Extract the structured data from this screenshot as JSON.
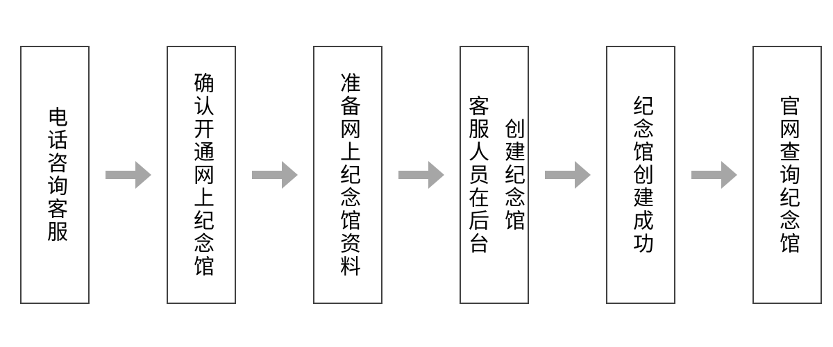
{
  "colors": {
    "box_border": "#404040",
    "box_fill": "#ffffff",
    "text": "#000000",
    "arrow": "#a6a6a6",
    "background": "#ffffff"
  },
  "flowchart": {
    "type": "flowchart",
    "orientation": "left-to-right",
    "connector_icon": "right-arrow",
    "steps": [
      {
        "text": "电话咨询客服",
        "lines": [
          "电话咨询客服"
        ]
      },
      {
        "text": "确认开通网上纪念馆",
        "lines": [
          "确认开通网上纪念馆"
        ]
      },
      {
        "text": "准备网上纪念馆资料",
        "lines": [
          "准备网上纪念馆资料"
        ]
      },
      {
        "text": "客服人员在后台创建纪念馆",
        "lines": [
          "客服人员在后台",
          "创建纪念馆"
        ]
      },
      {
        "text": "纪念馆创建成功",
        "lines": [
          "纪念馆创建成功"
        ]
      },
      {
        "text": "官网查询纪念馆",
        "lines": [
          "官网查询纪念馆"
        ]
      }
    ]
  }
}
